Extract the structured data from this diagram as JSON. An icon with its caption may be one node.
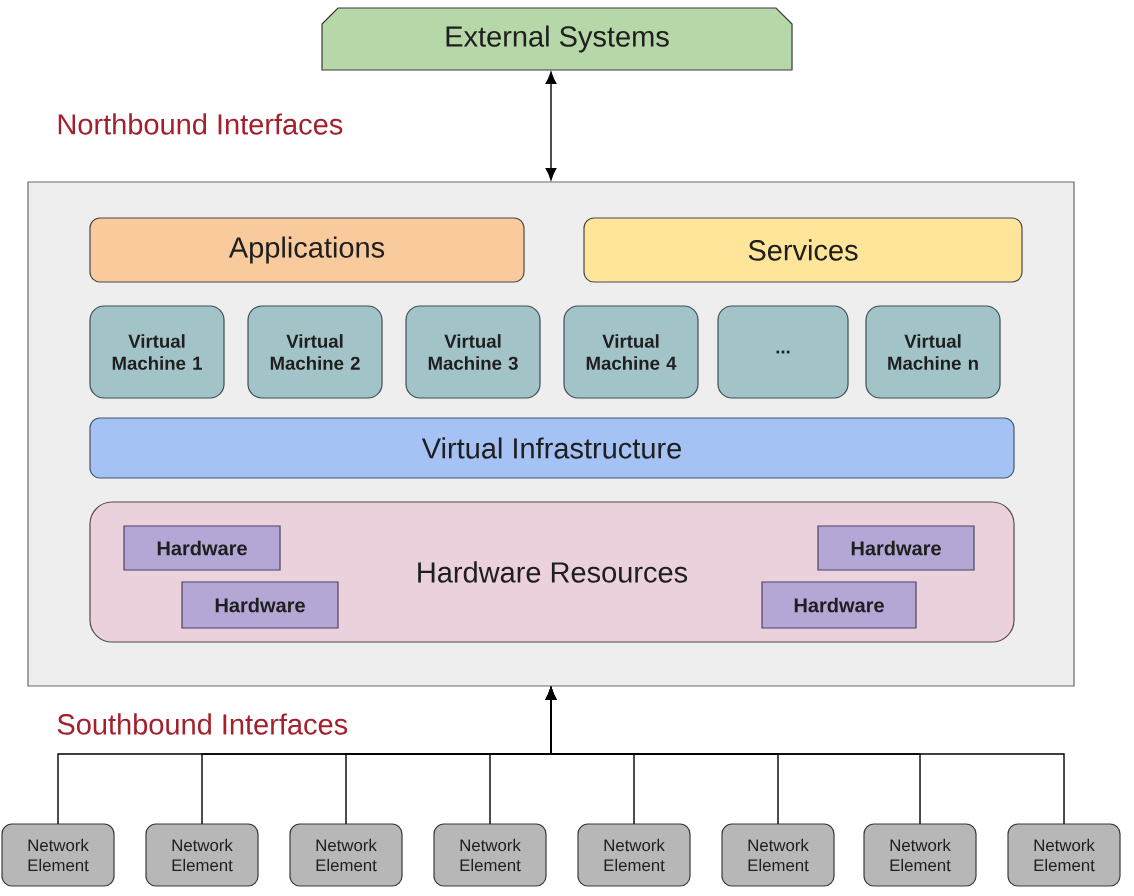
{
  "diagram": {
    "nodes": [
      {
        "text": [
          "External Systems"
        ]
      },
      {
        "text": [],
        "shape": "box"
      },
      {
        "text": [
          "Applications"
        ],
        "in": 1
      },
      {
        "text": [
          "Services"
        ],
        "in": 1
      },
      {
        "text": [
          "Virtual Machine 1"
        ],
        "in": 1
      },
      {
        "text": [
          "Virtual Machine 2"
        ],
        "in": 1
      },
      {
        "text": [
          "Virtual Machine 3"
        ],
        "in": 1
      },
      {
        "text": [
          "Virtual Machine 4"
        ],
        "in": 1
      },
      {
        "text": [
          "..."
        ],
        "in": 1
      },
      {
        "text": [
          "Virtual Machine n"
        ],
        "in": 1
      },
      {
        "text": [
          "Virtual Infrastructure"
        ],
        "in": 1
      },
      {
        "text": [
          "Hardware Resources"
        ],
        "in": 1
      },
      {
        "text": [
          "Hardware"
        ],
        "in": 11
      },
      {
        "text": [
          "Hardware"
        ],
        "in": 11
      },
      {
        "text": [
          "Hardware"
        ],
        "in": 11
      },
      {
        "text": [
          "Hardware"
        ],
        "in": 11
      },
      {
        "text": [
          "Network Element"
        ]
      },
      {
        "text": [
          "Network Element"
        ]
      },
      {
        "text": [
          "Network Element"
        ]
      },
      {
        "text": [
          "Network Element"
        ]
      },
      {
        "text": [
          "Network Element"
        ]
      },
      {
        "text": [
          "Network Element"
        ]
      },
      {
        "text": [
          "Network Element"
        ]
      },
      {
        "text": [
          "Network Element"
        ]
      }
    ],
    "edges": [
      {
        "from": 0,
        "to": 1,
        "arrow": "both"
      },
      {
        "from": 16,
        "to": 1,
        "arrow": "to"
      },
      {
        "from": 17,
        "to": 1,
        "arrow": "to"
      },
      {
        "from": 18,
        "to": 1,
        "arrow": "to"
      },
      {
        "from": 19,
        "to": 1,
        "arrow": "to"
      },
      {
        "from": 20,
        "to": 1,
        "arrow": "to"
      },
      {
        "from": 21,
        "to": 1,
        "arrow": "to"
      },
      {
        "from": 22,
        "to": 1,
        "arrow": "to"
      },
      {
        "from": 23,
        "to": 1,
        "arrow": "to"
      }
    ],
    "labels": [
      "Northbound Interfaces",
      "Southbound Interfaces"
    ]
  }
}
